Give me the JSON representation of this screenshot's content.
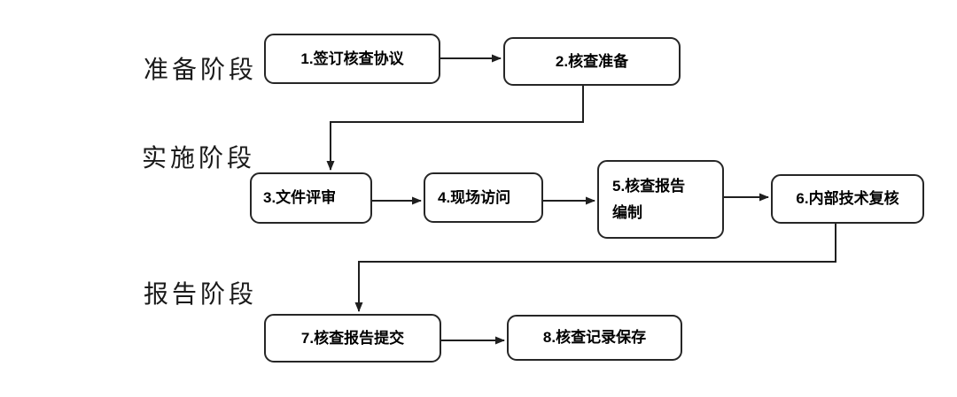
{
  "diagram": {
    "stages": [
      {
        "label": "准备阶段"
      },
      {
        "label": "实施阶段"
      },
      {
        "label": "报告阶段"
      }
    ],
    "nodes": [
      {
        "id": "1",
        "label": "1.签订核查协议"
      },
      {
        "id": "2",
        "label": "2.核查准备"
      },
      {
        "id": "3",
        "label": "3.文件评审"
      },
      {
        "id": "4",
        "label": "4.现场访问"
      },
      {
        "id": "5",
        "label": "5.核查报告\n编制"
      },
      {
        "id": "6",
        "label": "6.内部技术复核"
      },
      {
        "id": "7",
        "label": "7.核查报告提交"
      },
      {
        "id": "8",
        "label": "8.核查记录保存"
      }
    ],
    "edges": [
      {
        "from": "1",
        "to": "2"
      },
      {
        "from": "2",
        "to": "3"
      },
      {
        "from": "3",
        "to": "4"
      },
      {
        "from": "4",
        "to": "5"
      },
      {
        "from": "5",
        "to": "6"
      },
      {
        "from": "6",
        "to": "7"
      },
      {
        "from": "7",
        "to": "8"
      }
    ],
    "colors": {
      "line": "#1f1f1f",
      "box_border": "#262626",
      "box_bg": "#ffffff",
      "text": "#000000",
      "background": "#ffffff"
    }
  }
}
